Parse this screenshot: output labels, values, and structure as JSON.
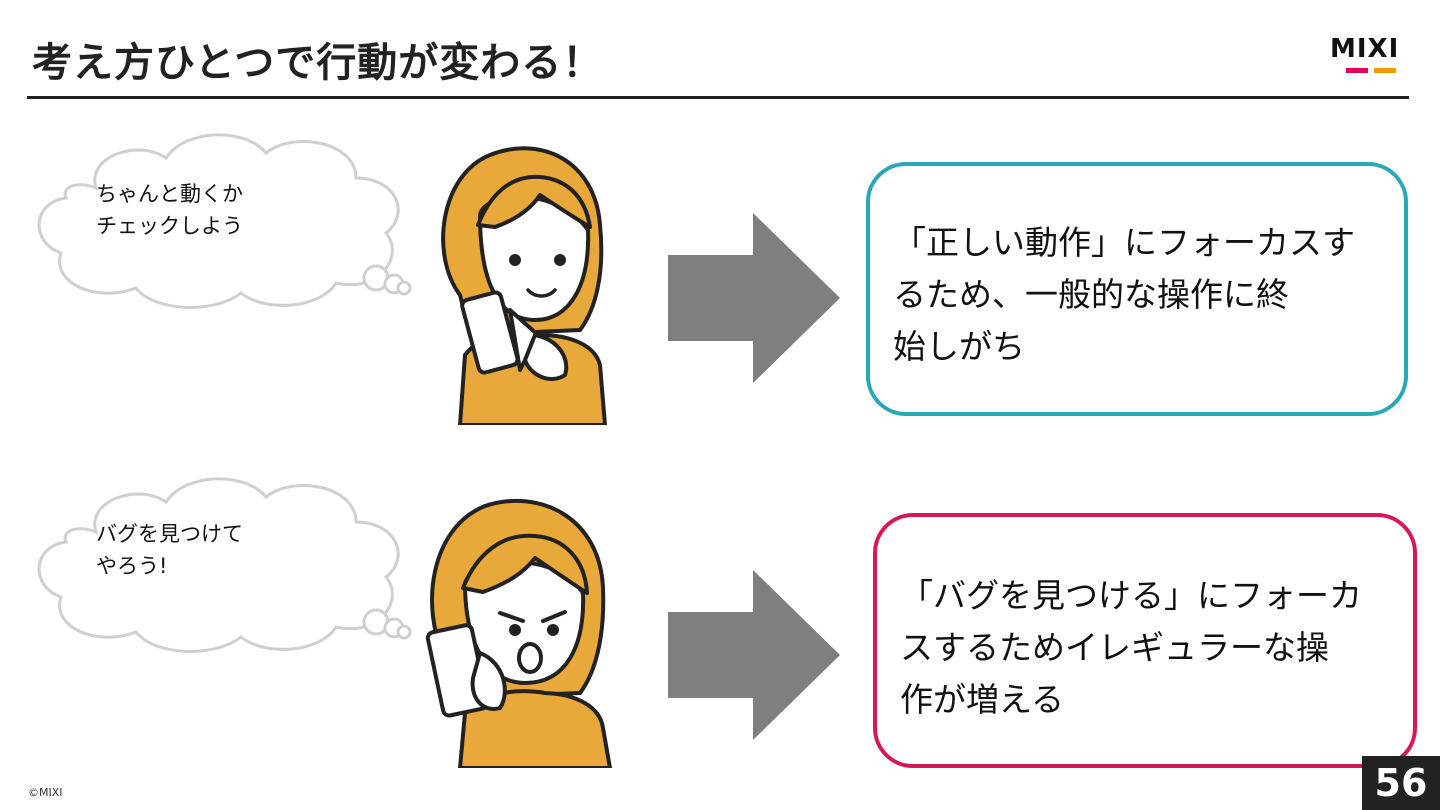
{
  "slide": {
    "title": "考え方ひとつで行動が変わる！",
    "logo_text": "MIXI",
    "brand_colors": {
      "magenta": "#e5005a",
      "orange": "#f39800",
      "teal": "#2aa7b6",
      "crimson": "#d6165a"
    },
    "rows": [
      {
        "thought_line1": "ちゃんと動くか",
        "thought_line2": "チェックしよう",
        "person_expression": "smiling-with-phone",
        "result_line1": "「正しい動作」にフォーカスす",
        "result_line2": "るため、一般的な操作に終",
        "result_line3": "始しがち"
      },
      {
        "thought_line1": "バグを見つけて",
        "thought_line2": "やろう!",
        "person_expression": "determined-with-phone",
        "result_line1": "「バグを見つける」にフォーカ",
        "result_line2": "スするためイレギュラーな操",
        "result_line3": "作が増える"
      }
    ],
    "copyright": "©MIXI",
    "page_number": "56"
  }
}
